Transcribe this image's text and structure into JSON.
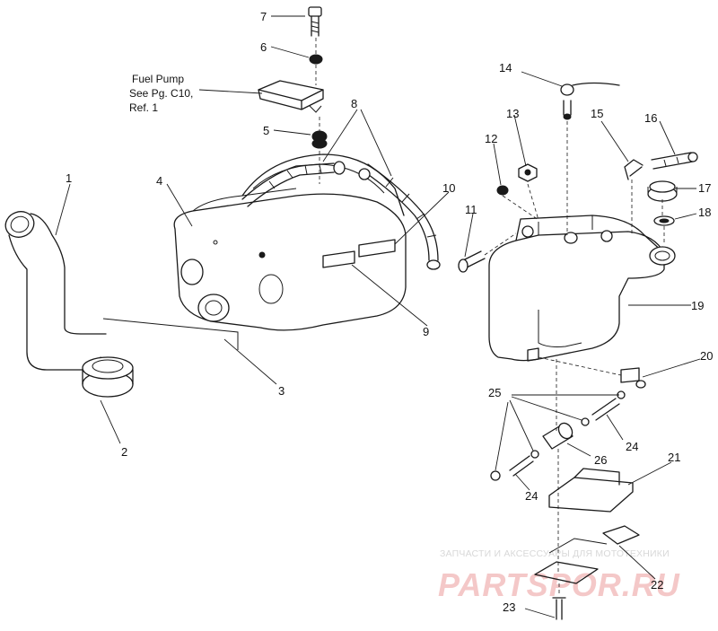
{
  "callouts": {
    "c1": "1",
    "c2": "2",
    "c3": "3",
    "c4": "4",
    "c5": "5",
    "c6": "6",
    "c7": "7",
    "c8": "8",
    "c9": "9",
    "c10": "10",
    "c11": "11",
    "c12": "12",
    "c13": "13",
    "c14": "14",
    "c15": "15",
    "c16": "16",
    "c17": "17",
    "c18": "18",
    "c19": "19",
    "c20": "20",
    "c21": "21",
    "c22": "22",
    "c23": "23",
    "c24a": "24",
    "c24b": "24",
    "c25": "25",
    "c26": "26"
  },
  "note": {
    "line1": "Fuel Pump",
    "line2": "See Pg. C10,",
    "line3": "Ref. 1"
  },
  "watermark": {
    "tagline": "ЗАПЧАСТИ И АКСЕССУАРЫ ДЛЯ МОТОТЕХНИКИ",
    "brand": "PARTSPOR.RU"
  }
}
